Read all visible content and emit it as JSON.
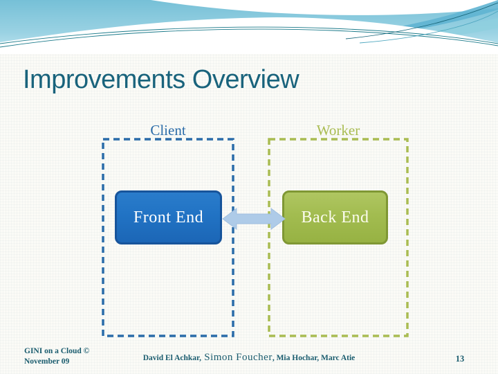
{
  "slide": {
    "title": "Improvements Overview"
  },
  "diagram": {
    "client_region_label": "Client",
    "worker_region_label": "Worker",
    "front_end_label": "Front End",
    "back_end_label": "Back End",
    "connection_icon": "double-headed-arrow"
  },
  "footer": {
    "project_line1": "GINI on a Cloud ©",
    "project_line2": "November 09",
    "credit_part1": "David El Achkar,",
    "credit_part2": " Simon Foucher",
    "credit_part3": ", Mia Hochar, Marc Atie",
    "page_number": "13"
  },
  "colors": {
    "title_text": "#19637C",
    "client_accent": "#2B6CA9",
    "worker_accent": "#A9BC52",
    "front_end_fill": "#2173C4",
    "front_end_border": "#17549B",
    "back_end_fill": "#A2BC50",
    "back_end_border": "#7F9734",
    "arrow_fill": "#AECBE8",
    "footer_text": "#1A5C6E"
  }
}
